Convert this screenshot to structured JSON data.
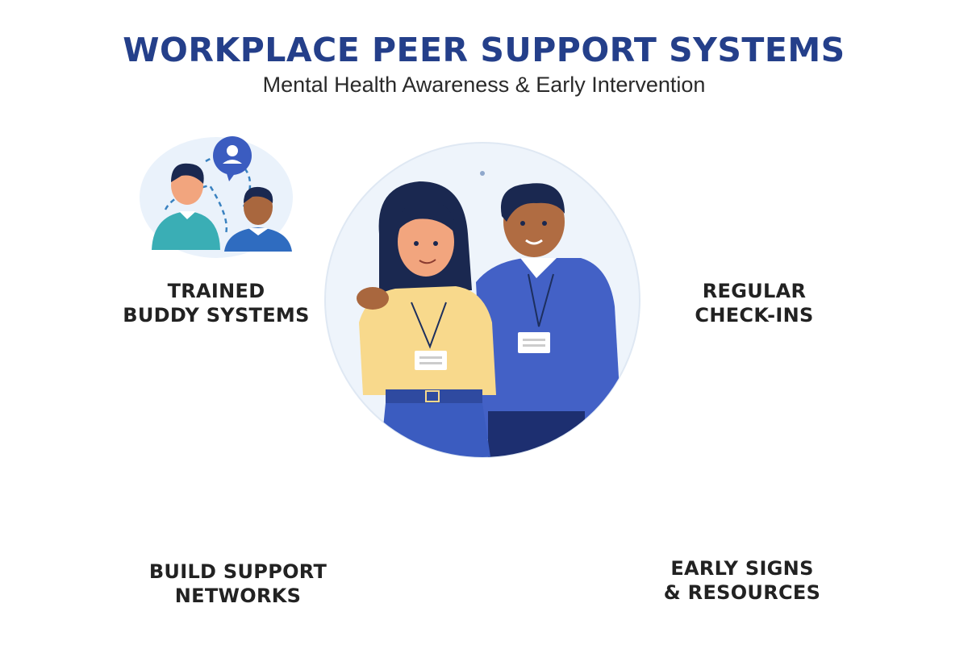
{
  "header": {
    "title": "WORKPLACE PEER SUPPORT SYSTEMS",
    "subtitle": "Mental Health Awareness & Early Intervention"
  },
  "center": {
    "illustration": "two-colleagues-supporting-each-other",
    "people": [
      "woman-yellow-shirt-with-badge",
      "man-blue-shirt-with-badge"
    ]
  },
  "nodes": [
    {
      "id": "buddy",
      "position": "top-left",
      "label_lines": [
        "TRAINED",
        "BUDDY SYSTEMS"
      ],
      "icon": "two-people-with-chat-bubble-icon"
    },
    {
      "id": "checkins",
      "position": "top-right",
      "label_lines": [
        "REGULAR",
        "CHECK-INS"
      ],
      "icon": "calendar-checklist-icon"
    },
    {
      "id": "networks",
      "position": "bottom-left",
      "label_lines": [
        "BUILD SUPPORT",
        "NETWORKS"
      ],
      "icon": "connected-group-icon"
    },
    {
      "id": "signs",
      "position": "bottom-right",
      "label_lines": [
        "EARLY SIGNS",
        "& RESOURCES"
      ],
      "icon": "heart-magnifier-icon"
    }
  ],
  "connections": [
    {
      "from": "buddy",
      "to": "center",
      "type": "bidirectional"
    },
    {
      "from": "checkins",
      "to": "center",
      "type": "bidirectional"
    },
    {
      "from": "networks",
      "to": "center",
      "type": "bidirectional"
    },
    {
      "from": "signs",
      "to": "center",
      "type": "bidirectional"
    },
    {
      "from": "buddy",
      "to": "networks",
      "type": "directional"
    },
    {
      "from": "checkins",
      "to": "signs",
      "type": "directional"
    },
    {
      "from": "center",
      "to": "networks",
      "type": "directional"
    },
    {
      "from": "center",
      "to": "signs",
      "type": "directional"
    }
  ],
  "colors": {
    "title": "#243f8a",
    "arrow": "#3a93d4",
    "circle_bg": "#eaf2fb",
    "navy": "#1d2f5e",
    "blue_shirt": "#3f5fc4",
    "yellow_shirt": "#f9d98a",
    "teal_shirt": "#5cc9b8",
    "heart": "#f28a92",
    "leaf": "#4fbf9f"
  }
}
